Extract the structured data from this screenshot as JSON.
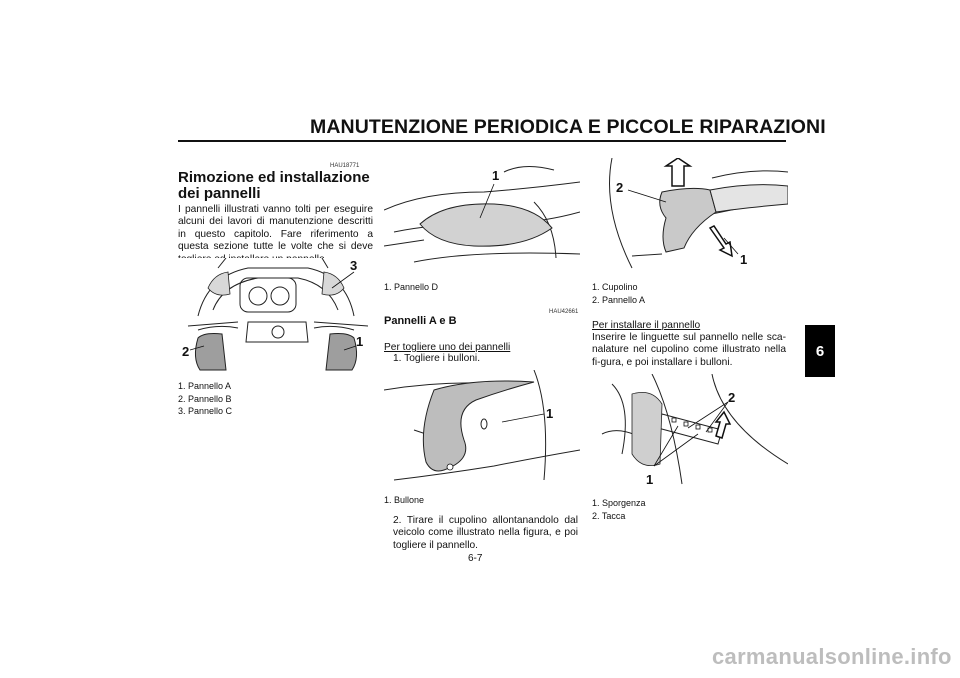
{
  "header": {
    "title": "MANUTENZIONE PERIODICA E PICCOLE RIPARAZIONI",
    "chapter": "6"
  },
  "col1": {
    "code": "HAU18771",
    "title": "Rimozione ed installazione dei pannelli",
    "body": "I pannelli illustrati vanno tolti per eseguire alcuni dei lavori di manutenzione descritti in questo capitolo. Fare riferimento a questa sezione tutte le volte che si deve togliere ed installare un pannello.",
    "fig_callouts": [
      "1",
      "2",
      "3"
    ],
    "captions": [
      "1. Pannello A",
      "2. Pannello B",
      "3. Pannello C"
    ]
  },
  "col2": {
    "fig_callouts": [
      "1"
    ],
    "caption": "1. Pannello D",
    "code": "HAU42661",
    "title": "Pannelli A e B",
    "sub": "Per togliere uno dei pannelli",
    "step1": "1. Togliere i bulloni.",
    "fig2_callouts": [
      "1"
    ],
    "caption2": "1. Bullone",
    "step2": "2. Tirare il cupolino allontanandolo dal veicolo come illustrato nella figura, e poi togliere il pannello."
  },
  "col3": {
    "fig_callouts": [
      "1",
      "2"
    ],
    "captions": [
      "1. Cupolino",
      "2. Pannello A"
    ],
    "sub": "Per installare il pannello",
    "body": "Inserire le linguette sul pannello nelle sca-nalature nel cupolino come illustrato nella fi-gura, e poi installare i bulloni.",
    "fig2_callouts": [
      "1",
      "2"
    ],
    "captions2": [
      "1. Sporgenza",
      "2. Tacca"
    ]
  },
  "footer": {
    "page": "6-7",
    "watermark": "carmanualsonline.info"
  }
}
